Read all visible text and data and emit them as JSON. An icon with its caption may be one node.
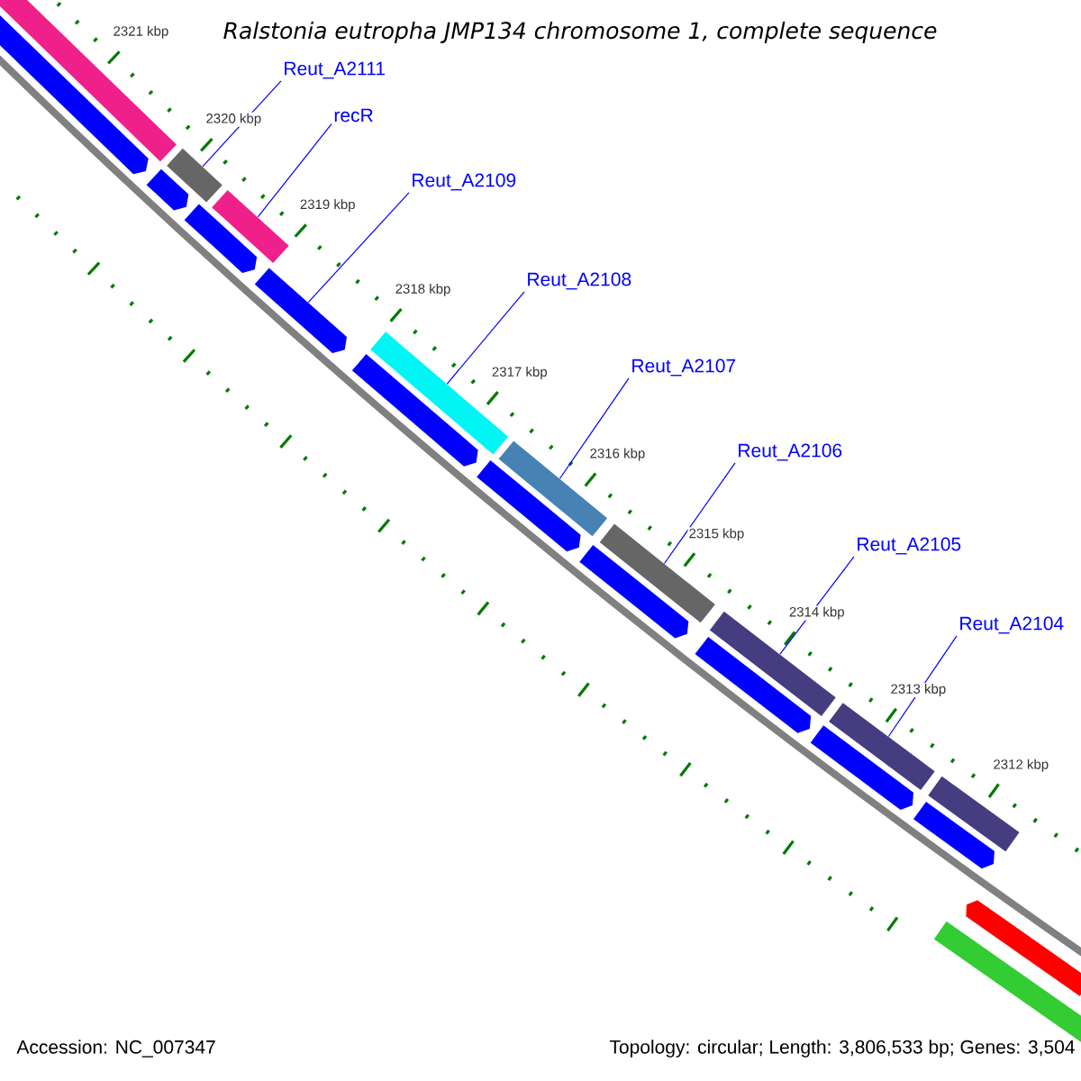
{
  "diagram": {
    "title": "Ralstonia eutropha JMP134 chromosome 1, complete sequence",
    "nodes": [
      {
        "text": [
          "Reut_A2111"
        ]
      },
      {
        "text": [
          "recR"
        ]
      },
      {
        "text": [
          "Reut_A2109"
        ]
      },
      {
        "text": [
          "Reut_A2108"
        ]
      },
      {
        "text": [
          "Reut_A2107"
        ]
      },
      {
        "text": [
          "Reut_A2106"
        ]
      },
      {
        "text": [
          "Reut_A2105"
        ]
      },
      {
        "text": [
          "Reut_A2104"
        ]
      },
      {
        "text": [],
        "shape": "bar"
      },
      {
        "text": [],
        "shape": "bar"
      },
      {
        "text": [],
        "shape": "bar"
      },
      {
        "text": [],
        "shape": "bar"
      },
      {
        "text": [],
        "shape": "bar"
      },
      {
        "text": [],
        "shape": "bar"
      },
      {
        "text": [],
        "shape": "bar"
      },
      {
        "text": [],
        "shape": "bar"
      },
      {
        "text": [],
        "shape": "bar"
      },
      {
        "text": [],
        "shape": "arrow"
      },
      {
        "text": [],
        "shape": "arrow"
      },
      {
        "text": [],
        "shape": "arrow"
      },
      {
        "text": [],
        "shape": "arrow"
      },
      {
        "text": [],
        "shape": "arrow"
      },
      {
        "text": [],
        "shape": "arrow"
      },
      {
        "text": [],
        "shape": "arrow"
      },
      {
        "text": [],
        "shape": "arrow"
      },
      {
        "text": [],
        "shape": "arrow"
      },
      {
        "text": [],
        "shape": "arrow"
      },
      {
        "text": [],
        "shape": "arrow"
      },
      {
        "text": [],
        "shape": "bar"
      }
    ],
    "edges": [
      {
        "from": 0,
        "to": 9,
        "arrow": "none"
      },
      {
        "from": 1,
        "to": 10,
        "arrow": "none"
      },
      {
        "from": 2,
        "to": 20,
        "arrow": "none"
      },
      {
        "from": 3,
        "to": 11,
        "arrow": "none"
      },
      {
        "from": 4,
        "to": 12,
        "arrow": "none"
      },
      {
        "from": 5,
        "to": 13,
        "arrow": "none"
      },
      {
        "from": 6,
        "to": 14,
        "arrow": "none"
      },
      {
        "from": 7,
        "to": 15,
        "arrow": "none"
      }
    ],
    "labels": [
      "2321 kbp",
      "2320 kbp",
      "2319 kbp",
      "2318 kbp",
      "2317 kbp",
      "2316 kbp",
      "2315 kbp",
      "2314 kbp",
      "2313 kbp",
      "2312 kbp",
      "Accession: NC_007347",
      "Topology: circular; Length: 3,806,533 bp; Genes: 3,504"
    ]
  }
}
